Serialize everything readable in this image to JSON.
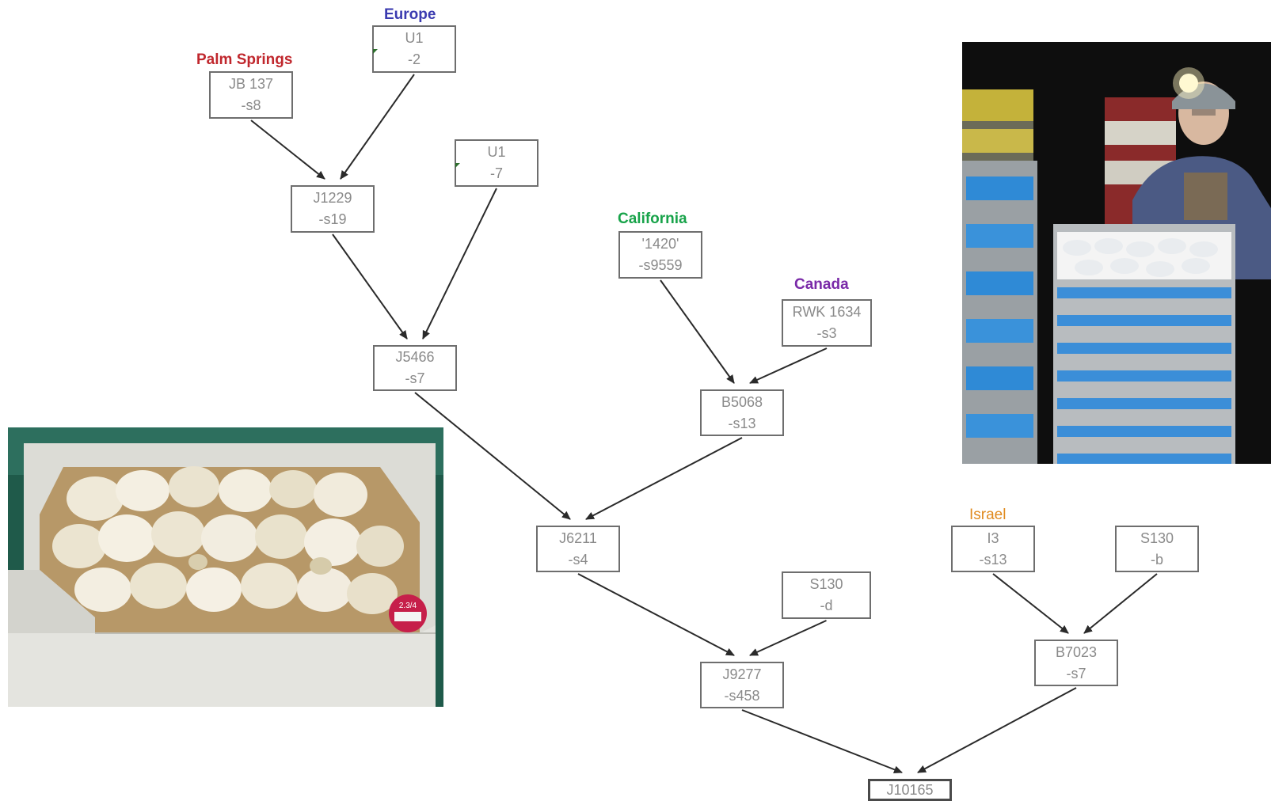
{
  "colors": {
    "europe": "#3b3bb0",
    "palm_springs": "#c0272d",
    "california": "#18a34a",
    "canada": "#7a2aa8",
    "israel": "#e08a1e",
    "node_text": "#8a8a8a",
    "node_border": "#6e6e6e",
    "arrow": "#2a2a2a"
  },
  "regions": {
    "europe": "Europe",
    "palm_springs": "Palm Springs",
    "california": "California",
    "canada": "Canada",
    "israel": "Israel"
  },
  "nodes": {
    "u1_2": {
      "line1": "U1",
      "line2": "-2"
    },
    "jb137": {
      "line1": "JB 137",
      "line2": "-s8"
    },
    "u1_7": {
      "line1": "U1",
      "line2": "-7"
    },
    "j1229": {
      "line1": "J1229",
      "line2": "-s19"
    },
    "j5466": {
      "line1": "J5466",
      "line2": "-s7"
    },
    "c1420": {
      "line1": "'1420'",
      "line2": "-s9559"
    },
    "rwk1634": {
      "line1": "RWK 1634",
      "line2": "-s3"
    },
    "b5068": {
      "line1": "B5068",
      "line2": "-s13"
    },
    "j6211": {
      "line1": "J6211",
      "line2": "-s4"
    },
    "s130d": {
      "line1": "S130",
      "line2": "-d"
    },
    "i3": {
      "line1": "I3",
      "line2": "-s13"
    },
    "s130b": {
      "line1": "S130",
      "line2": "-b"
    },
    "j9277": {
      "line1": "J9277",
      "line2": "-s458"
    },
    "b7023": {
      "line1": "B7023",
      "line2": "-s7"
    },
    "j10165": {
      "line1": "J10165"
    }
  },
  "photos": {
    "mushroom_box": {
      "sticker_text": "2.3/4"
    },
    "worker": {}
  }
}
